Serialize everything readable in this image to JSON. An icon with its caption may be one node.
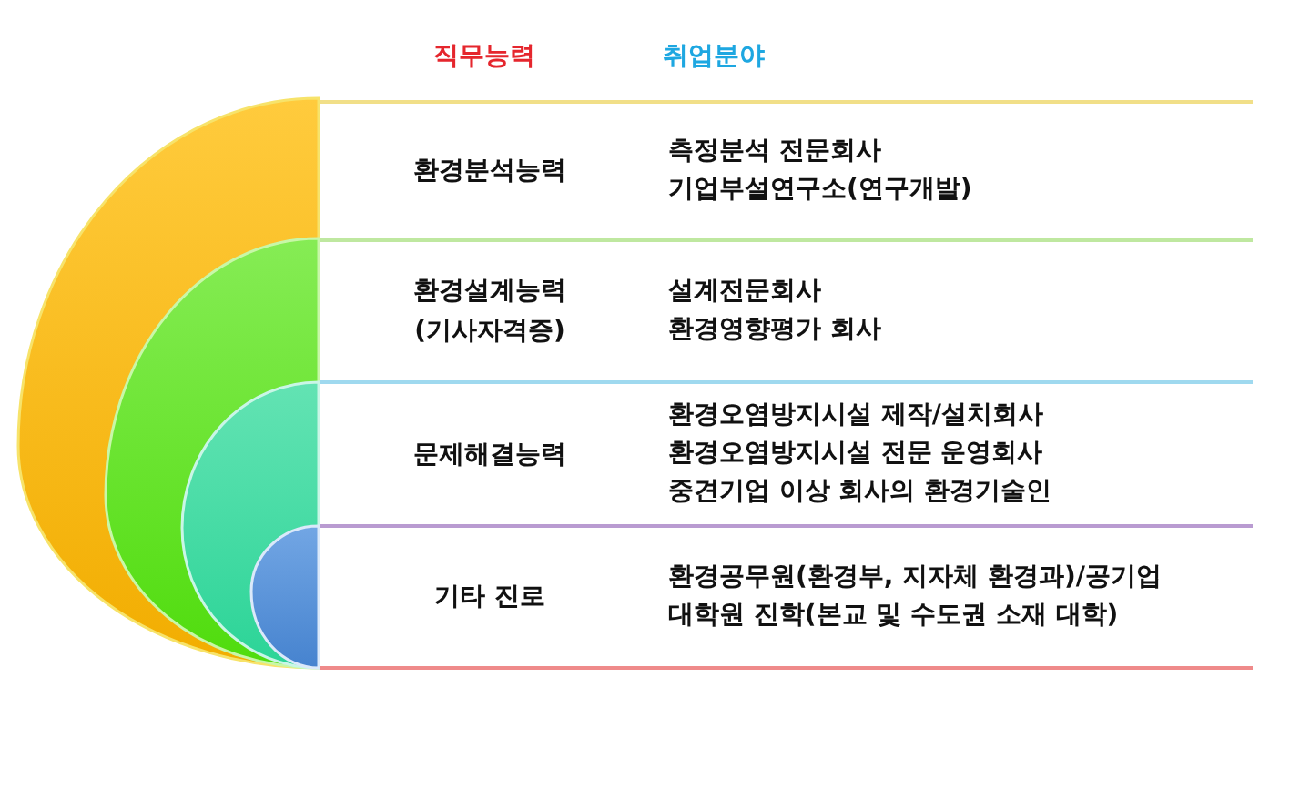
{
  "diagram": {
    "nodes": [
      {
        "text": [
          "환경분석능력",
          "측정분석 전문회사",
          "기업부설연구소(연구개발)"
        ]
      },
      {
        "text": [
          "환경설계능력 (기사자격증)",
          "설계전문회사",
          "환경영향평가 회사"
        ]
      },
      {
        "text": [
          "문제해결능력",
          "환경오염방지시설 제작/설치회사",
          "환경오염방지시설 전문 운영회사",
          "중견기업 이상 회사의 환경기술인"
        ]
      },
      {
        "text": [
          "기타 진로",
          "환경공무원(환경부, 지자체 환경과)/공기업",
          "대학원 진학(본교 및 수도권 소재 대학)"
        ]
      }
    ],
    "labels": [
      "직무능력",
      "취업분야"
    ]
  }
}
